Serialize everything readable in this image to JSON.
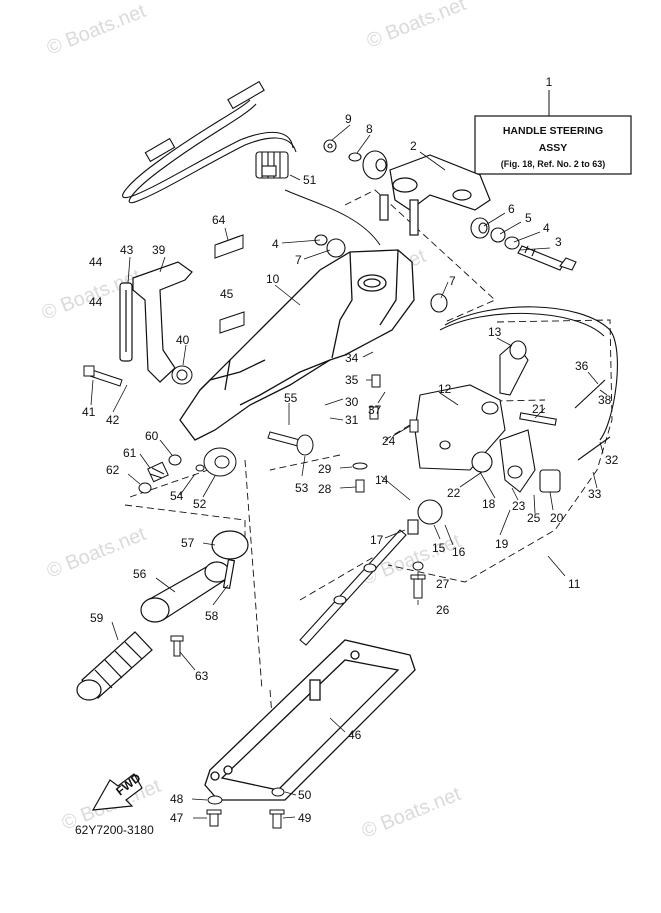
{
  "watermark": "© Boats.net",
  "assembly_box": {
    "line1": "HANDLE STEERING",
    "line2": "ASSY",
    "line3": "(Fig. 18, Ref. No. 2 to 63)",
    "ref": "1"
  },
  "fwd_label": "FWD",
  "diagram_code": "62Y7200-3180",
  "callouts": [
    "2",
    "3",
    "4",
    "4",
    "5",
    "6",
    "7",
    "7",
    "8",
    "9",
    "10",
    "11",
    "12",
    "13",
    "14",
    "15",
    "16",
    "17",
    "18",
    "19",
    "20",
    "21",
    "22",
    "23",
    "24",
    "25",
    "26",
    "27",
    "28",
    "29",
    "30",
    "31",
    "32",
    "33",
    "34",
    "35",
    "36",
    "37",
    "38",
    "39",
    "40",
    "41",
    "42",
    "43",
    "44",
    "44",
    "45",
    "46",
    "47",
    "48",
    "49",
    "50",
    "51",
    "52",
    "53",
    "54",
    "55",
    "56",
    "57",
    "58",
    "59",
    "60",
    "61",
    "62",
    "63",
    "64"
  ]
}
